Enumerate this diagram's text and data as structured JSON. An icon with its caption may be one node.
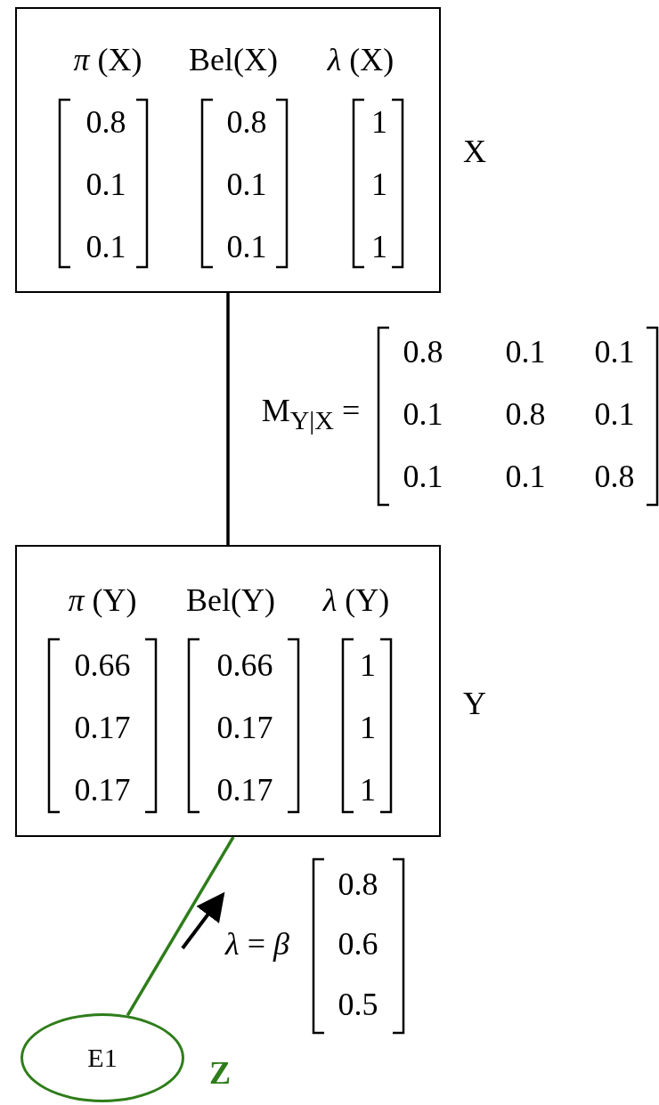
{
  "diagram": {
    "nodes": [
      {
        "text": [
          "*π* (X)",
          "Bel(X)",
          "*λ* (X)",
          "0.8",
          "0.8",
          "1",
          "0.1",
          "0.1",
          "1",
          "0.1",
          "0.1",
          "1"
        ],
        "beside": [
          "X"
        ]
      },
      {
        "text": [
          "*π* (Y)",
          "Bel(Y)",
          "*λ* (Y)",
          "0.66",
          "0.66",
          "1",
          "0.17",
          "0.17",
          "1",
          "0.17",
          "0.17",
          "1"
        ],
        "beside": [
          "Y"
        ]
      },
      {
        "text": [
          "E1"
        ],
        "beside": [
          "Z"
        ]
      }
    ],
    "edges": [
      {
        "from": 0,
        "to": 1,
        "arrow": "none"
      },
      {
        "from": 2,
        "to": 1,
        "arrow": "none",
        "color": "#2e7d1a"
      }
    ],
    "labels": [
      "M$_{Y|X}$ =",
      "0.8",
      "0.1",
      "0.1",
      "0.1",
      "0.8",
      "0.1",
      "0.1",
      "0.1",
      "0.8",
      "*λ* = *β*",
      "0.8",
      "0.6",
      "0.5"
    ]
  }
}
